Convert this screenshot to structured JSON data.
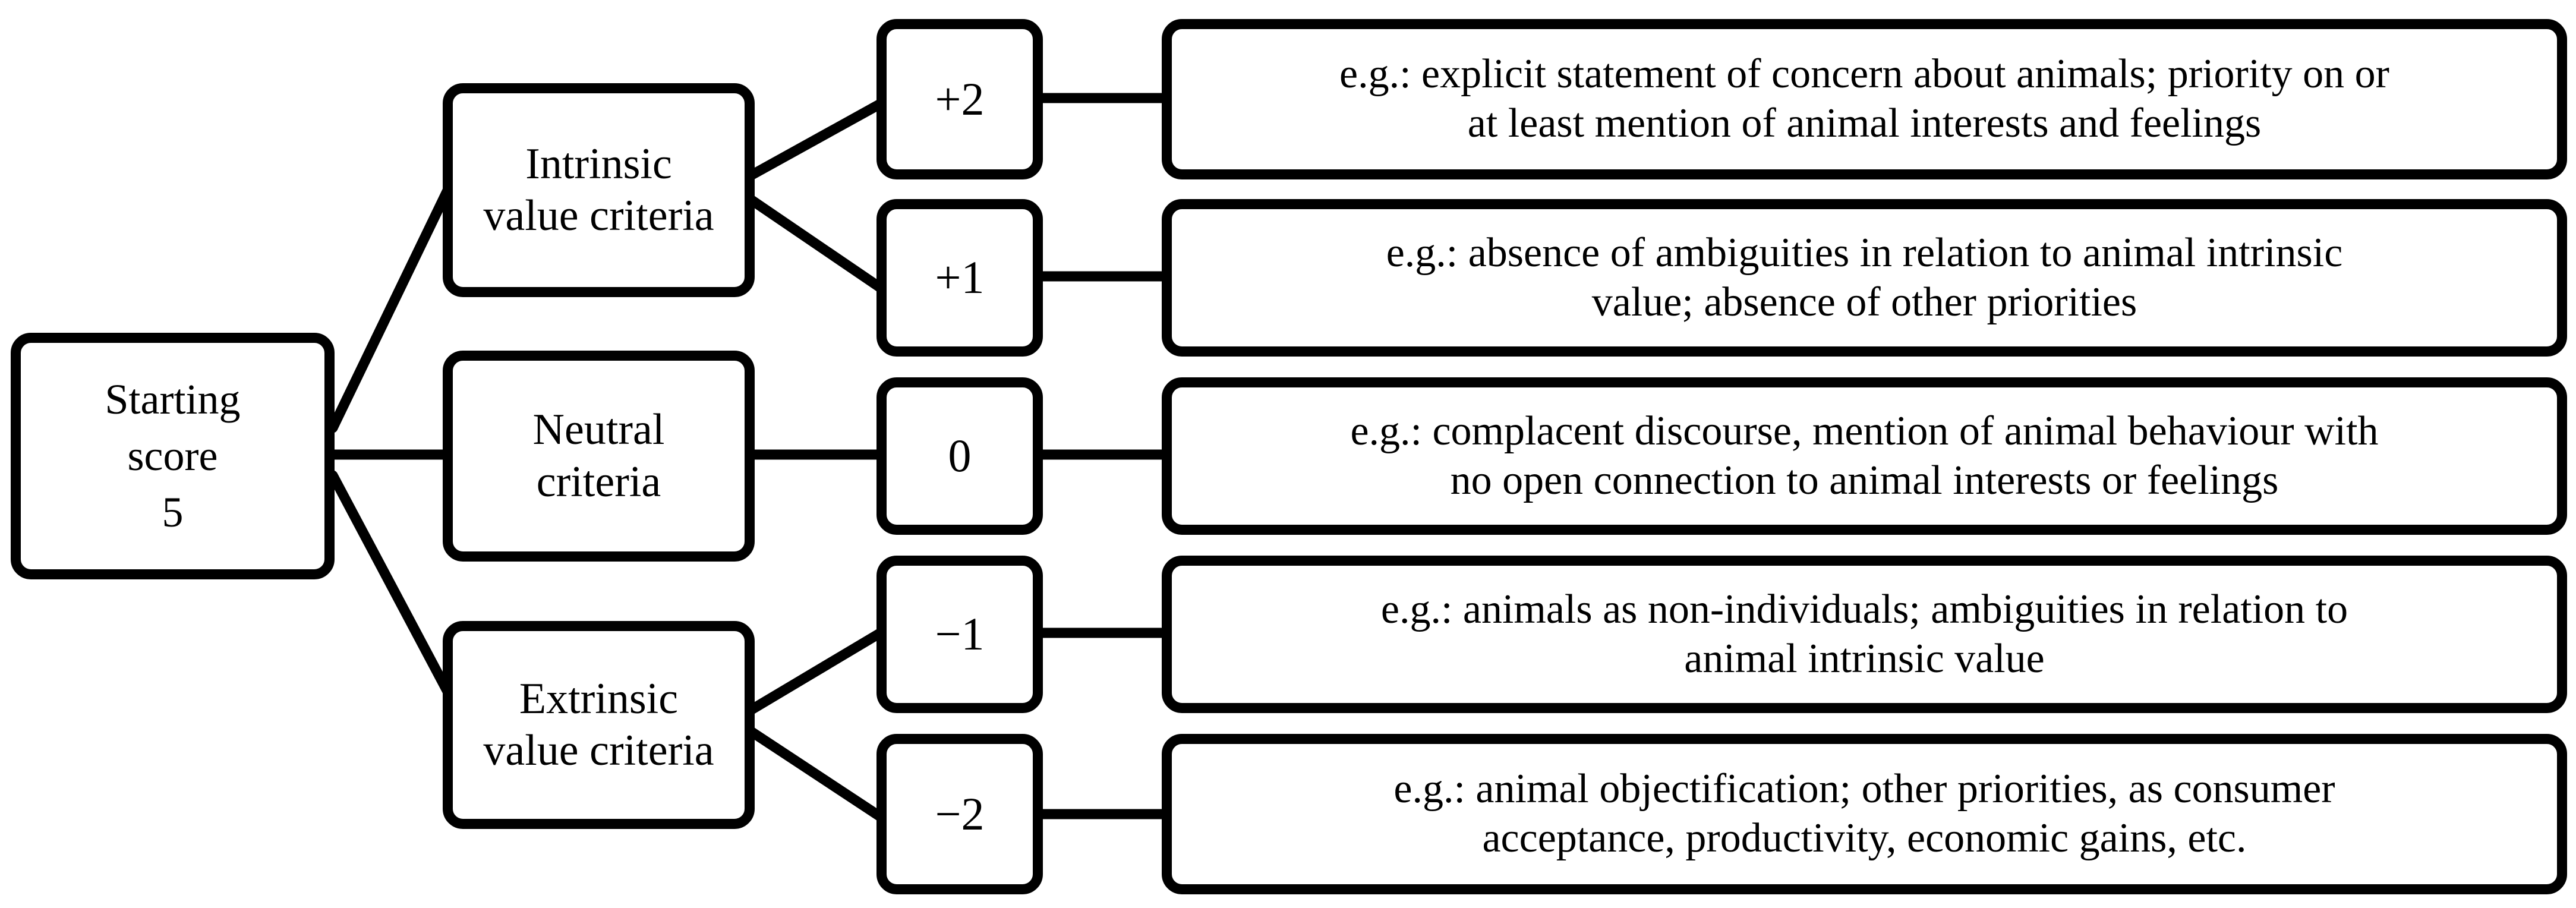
{
  "start": {
    "lines": [
      "Starting",
      "score",
      "5"
    ]
  },
  "criteria": {
    "intrinsic": {
      "lines": [
        "Intrinsic",
        "value criteria"
      ]
    },
    "neutral": {
      "lines": [
        "Neutral",
        "criteria"
      ]
    },
    "extrinsic": {
      "lines": [
        "Extrinsic",
        "value criteria"
      ]
    }
  },
  "scores": {
    "plus2": "+2",
    "plus1": "+1",
    "zero": "0",
    "minus1": "−1",
    "minus2": "−2"
  },
  "examples": {
    "plus2": [
      "e.g.: explicit statement of concern about animals; priority on or",
      "at least mention of animal interests and feelings"
    ],
    "plus1": [
      "e.g.: absence of ambiguities in relation to animal intrinsic",
      "value; absence of other priorities"
    ],
    "zero": [
      "e.g.: complacent discourse, mention of animal behaviour with",
      "no open connection to animal interests or feelings"
    ],
    "minus1": [
      "e.g.: animals as non-individuals; ambiguities in relation to",
      "animal intrinsic value"
    ],
    "minus2": [
      "e.g.: animal objectification; other priorities, as consumer",
      "acceptance, productivity, economic gains, etc."
    ]
  }
}
